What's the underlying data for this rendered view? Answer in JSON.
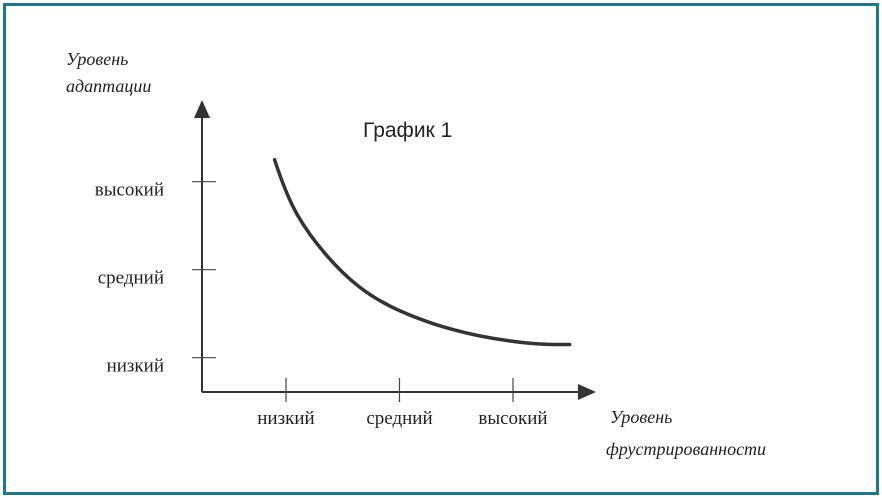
{
  "colors": {
    "border": "#1a7891",
    "ink": "#222222",
    "background": "#ffffff"
  },
  "chart_data": {
    "type": "line",
    "title": "График 1",
    "ylabel": [
      "Уровень",
      "адаптации"
    ],
    "xlabel": [
      "Уровень",
      "фрустрированности"
    ],
    "x_ticks": [
      "низкий",
      "средний",
      "высокий"
    ],
    "y_ticks": [
      "низкий",
      "средний",
      "высокий"
    ],
    "xlim": [
      0.6,
      3.8
    ],
    "ylim": [
      0.8,
      3.7
    ],
    "grid": false,
    "series": [
      {
        "x": [
          0.9,
          1.0,
          1.2,
          1.5,
          1.8,
          2.2,
          2.6,
          3.0,
          3.3,
          3.5
        ],
        "y": [
          3.25,
          2.85,
          2.4,
          1.95,
          1.65,
          1.42,
          1.27,
          1.18,
          1.15,
          1.15
        ]
      }
    ]
  }
}
